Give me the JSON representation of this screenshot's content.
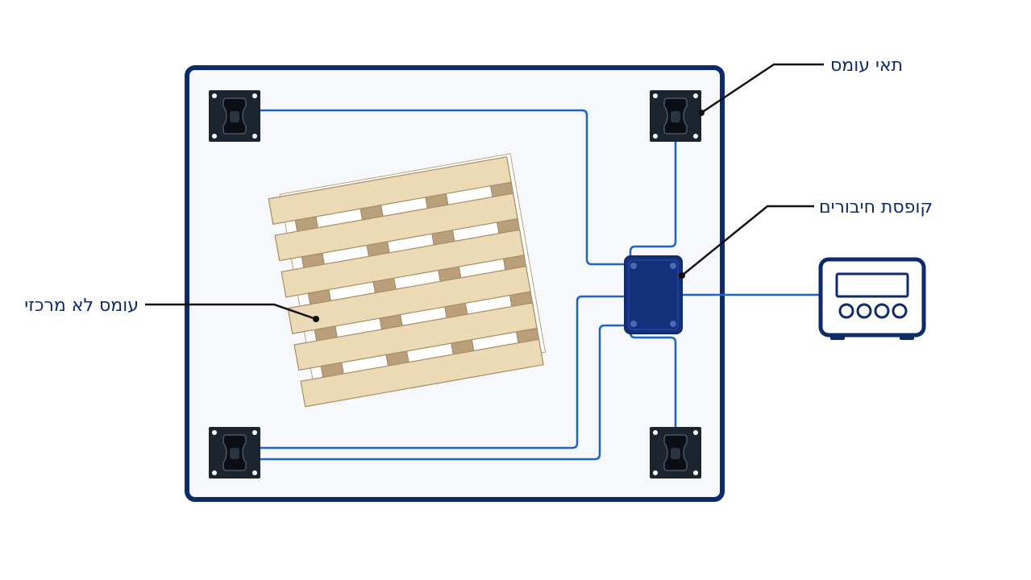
{
  "labels": {
    "load_cell": "תאי עומס",
    "junction_box": "קופסת חיבורים",
    "off_center_load": "עומס לא מרכזי"
  },
  "colors": {
    "frame": "#0d2a6b",
    "platform_fill": "#f6f8fc",
    "wire": "#1f63c4",
    "load_cell": "#1c2430",
    "junction_box": "#14307a",
    "wood_light": "#ecd9b5",
    "wood_dark": "#b9a07a",
    "indicator": "#0d2a6b"
  },
  "icons": {
    "load_cell": "load-cell-icon",
    "junction_box": "junction-box-icon",
    "indicator": "weighing-indicator-icon",
    "pallet": "wooden-pallet-icon"
  }
}
